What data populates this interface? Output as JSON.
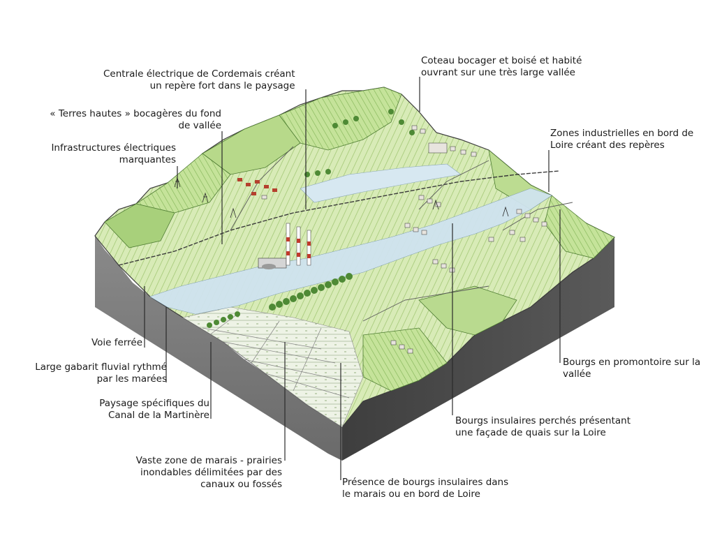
{
  "labels": {
    "centrale": [
      "Centrale électrique de Cordemais créant",
      "un repère fort dans le paysage"
    ],
    "coteau": [
      "Coteau bocager et boisé et habité",
      "ouvrant sur une très large vallée"
    ],
    "terres_hautes": [
      "« Terres hautes » bocagères du fond",
      "de vallée"
    ],
    "zones_industrielles": [
      "Zones industrielles en bord de",
      "Loire créant des repères"
    ],
    "infrastructures": [
      "Infrastructures électriques",
      "marquantes"
    ],
    "voie_ferree": [
      "Voie ferrée"
    ],
    "gabarit": [
      "Large gabarit fluvial rythmé",
      "par les marées"
    ],
    "bourgs_promontoire": [
      "Bourgs en promontoire sur la",
      "vallée"
    ],
    "canal": [
      "Paysage spécifiques du",
      "Canal de la Martinère"
    ],
    "bourgs_insulaires_perches": [
      "Bourgs insulaires perchés présentant",
      "une façade de quais sur la Loire"
    ],
    "marais": [
      "Vaste zone de marais - prairies",
      "inondables délimitées par des",
      "canaux ou fossés"
    ],
    "bourgs_marais": [
      "Présence de bourgs insulaires dans",
      "le marais ou en bord de Loire"
    ]
  },
  "colors": {
    "river": "#cfe3ee",
    "meadow": "#cfe6a8",
    "hedge": "#5c9a3a",
    "forest": "#3e7d2c",
    "roof": "#b5402d",
    "house": "#e8e4de",
    "side_left": "#7e7e7e",
    "side_right": "#4a4a4a",
    "leader": "#2a2a2a",
    "chimney_red": "#c0392b"
  }
}
